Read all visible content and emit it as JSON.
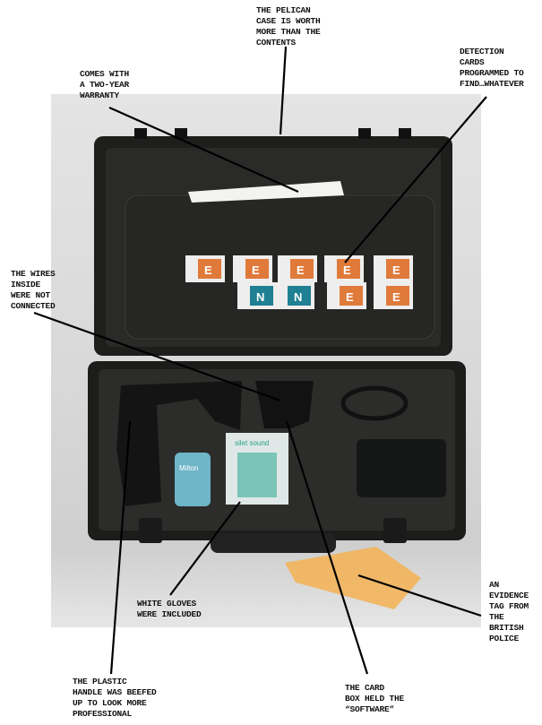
{
  "callouts": {
    "pelican": "THE PELICAN\nCASE IS WORTH\nMORE THAN THE\nCONTENTS",
    "warranty": "COMES WITH\nA TWO-YEAR\nWARRANTY",
    "detection": "DETECTION\nCARDS\nPROGRAMMED TO\nFIND…WHATEVER",
    "wires": "THE WIRES\nINSIDE\nWERE NOT\nCONNECTED",
    "gloves": "WHITE GLOVES\nWERE INCLUDED",
    "handle": "THE PLASTIC\nHANDLE WAS BEEFED\nUP TO LOOK MORE\nPROFESSIONAL",
    "cardbox": "THE CARD\nBOX HELD THE\n“SOFTWARE”",
    "evidence": "AN\nEVIDENCE\nTAG FROM\nTHE\nBRITISH\nPOLICE"
  },
  "photo_text": {
    "bottle": "Milton",
    "gloves_box": "silet sound",
    "card_letter_e": "E",
    "card_letter_n": "N"
  },
  "colors": {
    "case": "#1e1f1d",
    "foam": "#2a2b29",
    "card_orange": "#e07a3a",
    "card_teal": "#1f7f93",
    "tag": "#f2b45a"
  }
}
